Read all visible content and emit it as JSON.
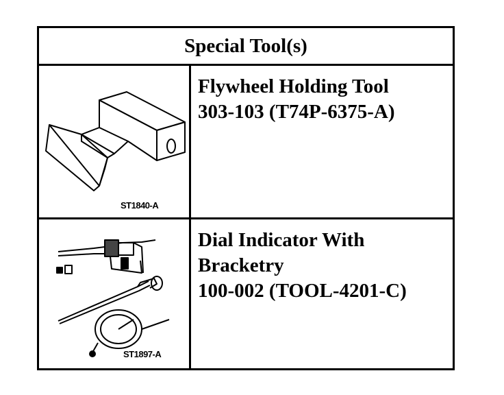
{
  "header": {
    "title": "Special Tool(s)"
  },
  "tools": [
    {
      "image_code": "ST1840-A",
      "icon": "flywheel-holding-tool",
      "lines": [
        "Flywheel Holding Tool",
        "303-103 (T74P-6375-A)"
      ]
    },
    {
      "image_code": "ST1897-A",
      "icon": "dial-indicator-bracketry",
      "lines": [
        "Dial Indicator With",
        "Bracketry",
        "100-002 (TOOL-4201-C)"
      ]
    }
  ]
}
